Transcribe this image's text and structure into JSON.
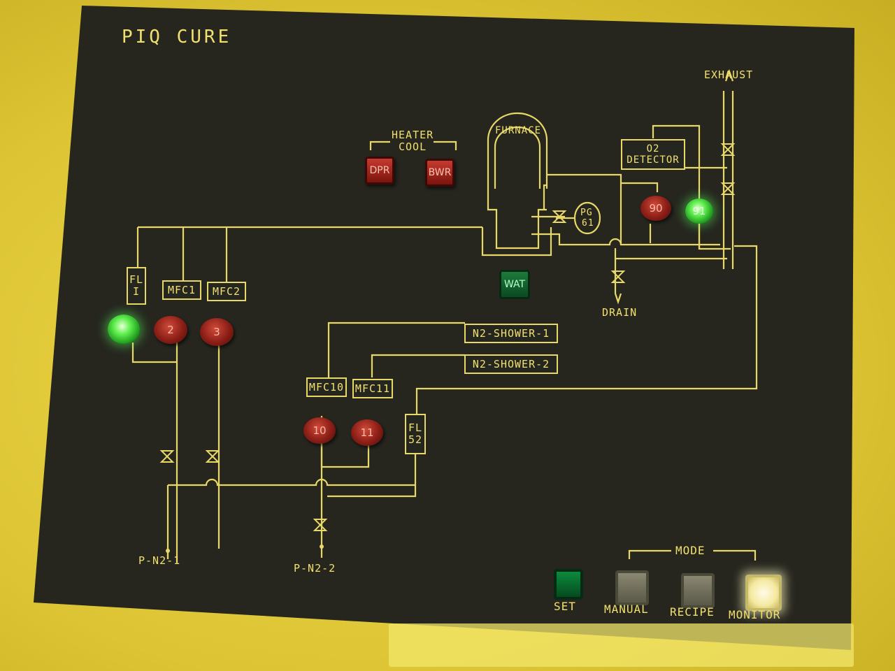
{
  "panel": {
    "title": "PIQ CURE",
    "colors": {
      "panel": "#26261f",
      "line": "#e8d868",
      "text": "#f1e06e",
      "lamp_red": "#a82a20",
      "lamp_green": "#4cf04c"
    }
  },
  "labels": {
    "heater": "HEATER",
    "cool": "COOL",
    "furnace": "FURNACE",
    "o2_detector_1": "O2",
    "o2_detector_2": "DETECTOR",
    "exhaust": "EXHAUST",
    "drain": "DRAIN",
    "pg_1": "PG",
    "pg_2": "61",
    "fl1_1": "FL",
    "fl1_2": "I",
    "mfc1": "MFC1",
    "mfc2": "MFC2",
    "mfc10": "MFC10",
    "mfc11": "MFC11",
    "fl52_1": "FL",
    "fl52_2": "52",
    "n2_shower_1": "N2-SHOWER-1",
    "n2_shower_2": "N2-SHOWER-2",
    "p_n2_1": "P-N2-1",
    "p_n2_2": "P-N2-2",
    "mode": "MODE"
  },
  "buttons": {
    "dpr": "DPR",
    "bwr": "BWR",
    "wat": "WAT",
    "set": "SET",
    "manual": "MANUAL",
    "recipe": "RECIPE",
    "monitor": "MONITOR"
  },
  "lamps": {
    "l1": "",
    "l2": "2",
    "l3": "3",
    "l10": "10",
    "l11": "11",
    "l90": "90",
    "l91": "91"
  }
}
